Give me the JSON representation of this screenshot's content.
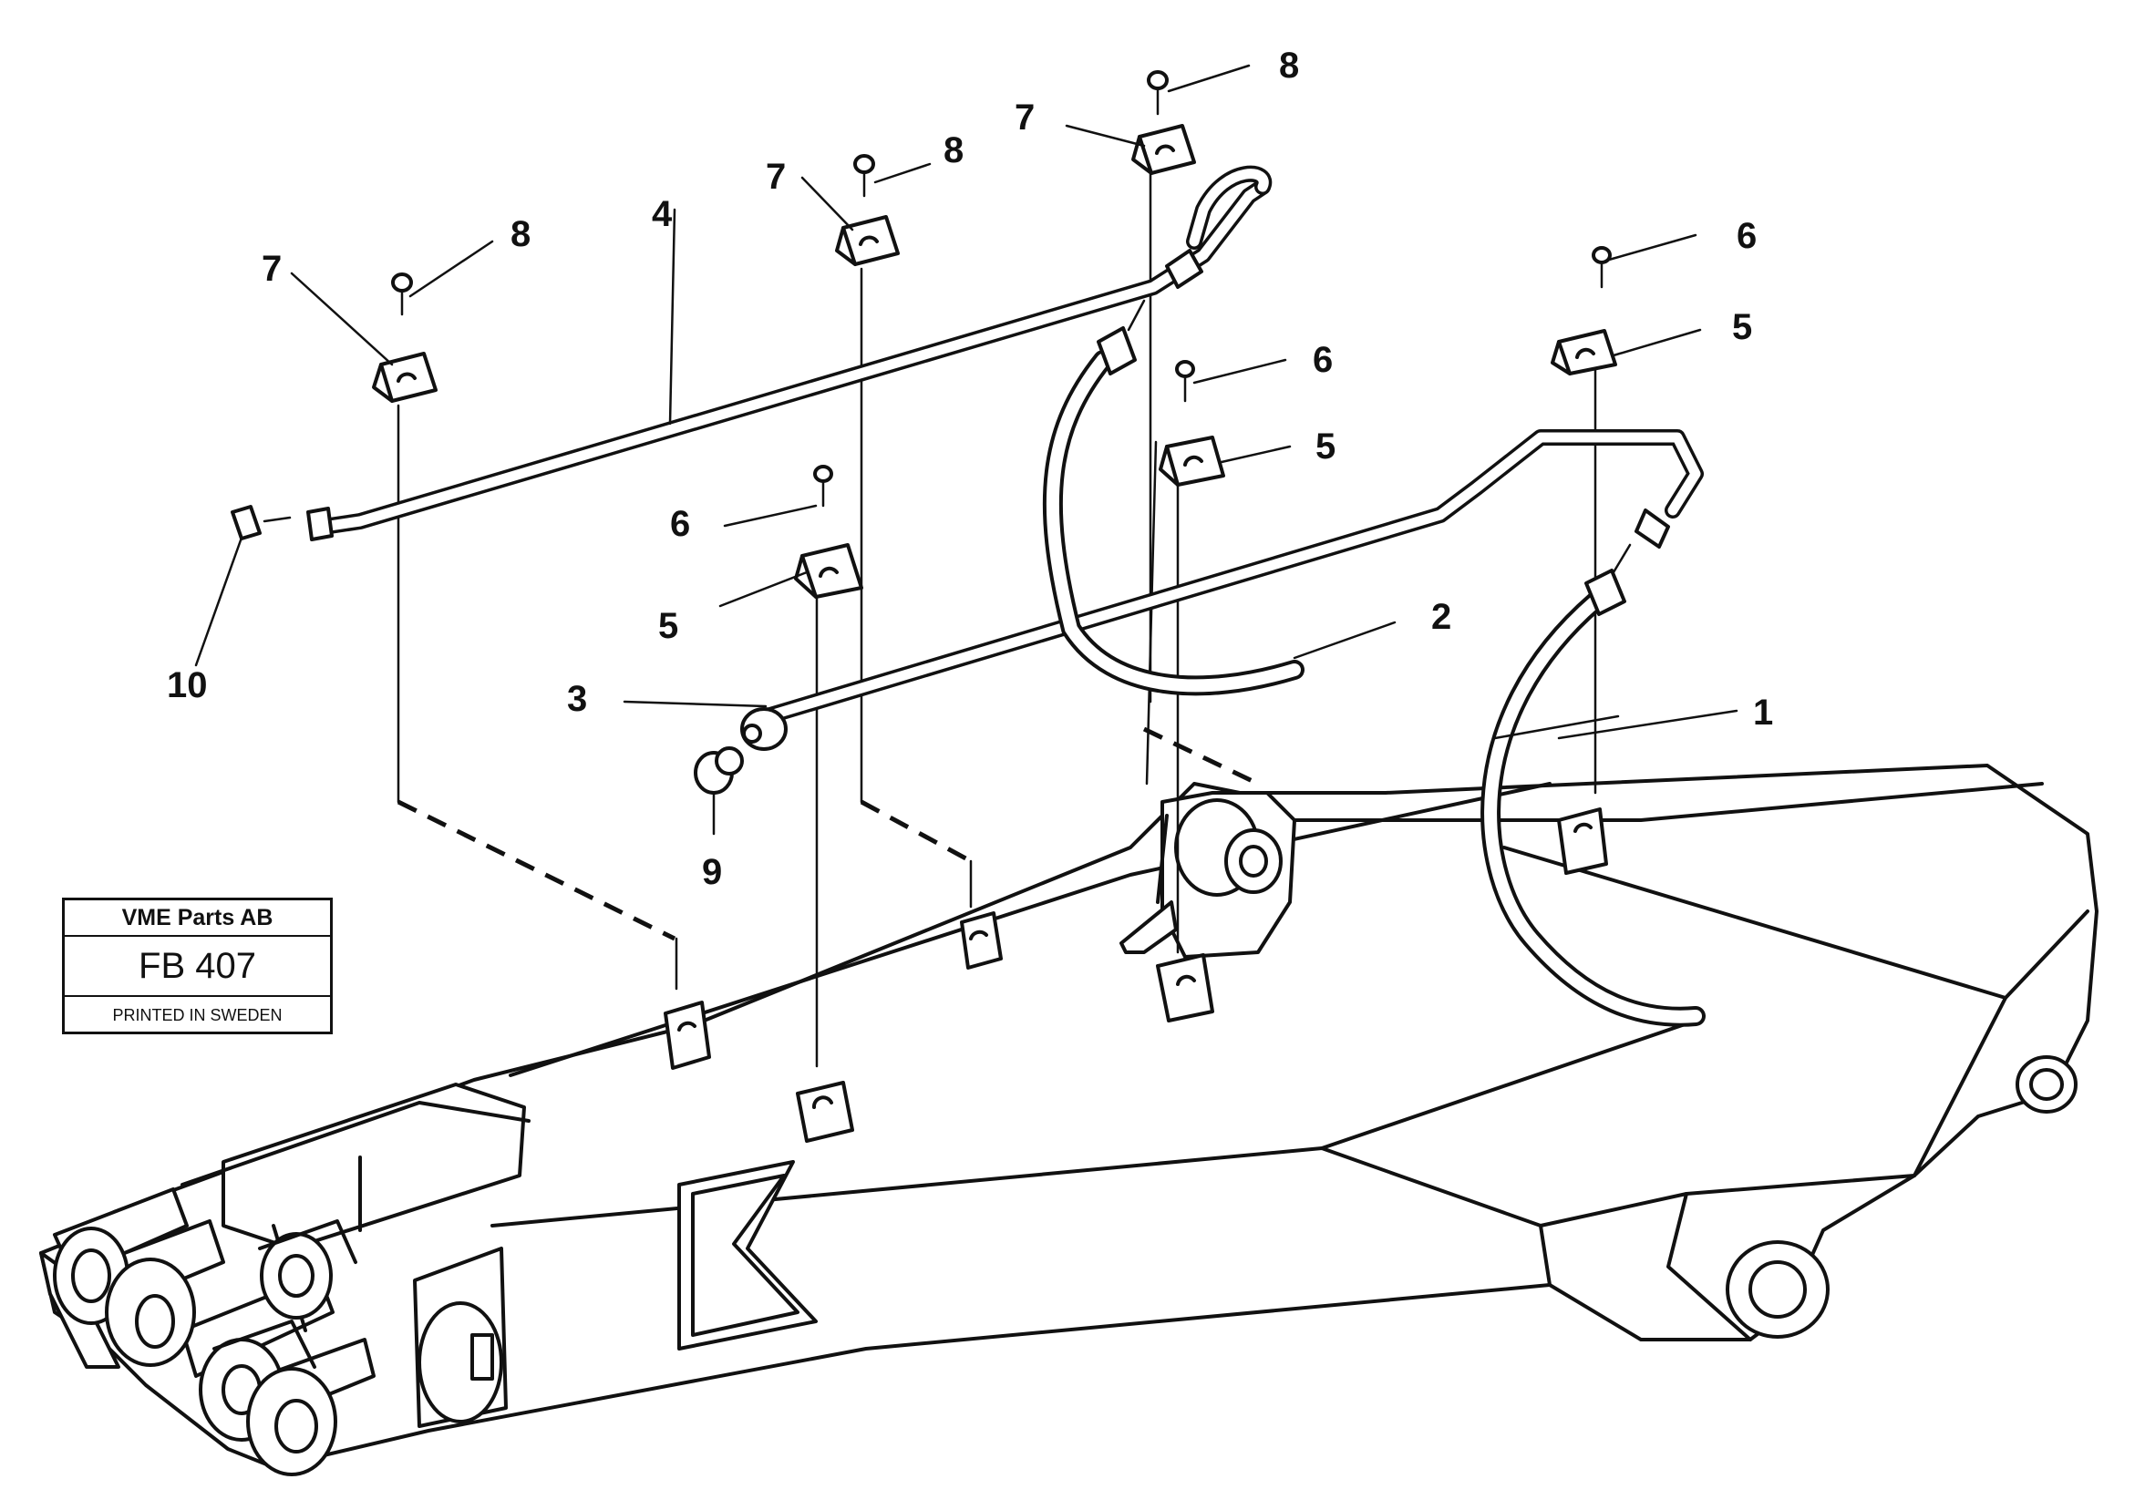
{
  "title_block": {
    "company": "VME Parts AB",
    "code": "FB 407",
    "printed": "PRINTED IN SWEDEN"
  },
  "callouts": {
    "c1": "1",
    "c2": "2",
    "c3": "3",
    "c4": "4",
    "c5a": "5",
    "c5b": "5",
    "c5c": "5",
    "c6a": "6",
    "c6b": "6",
    "c6c": "6",
    "c7a": "7",
    "c7b": "7",
    "c7c": "7",
    "c8a": "8",
    "c8b": "8",
    "c8c": "8",
    "c9": "9",
    "c10": "10"
  }
}
